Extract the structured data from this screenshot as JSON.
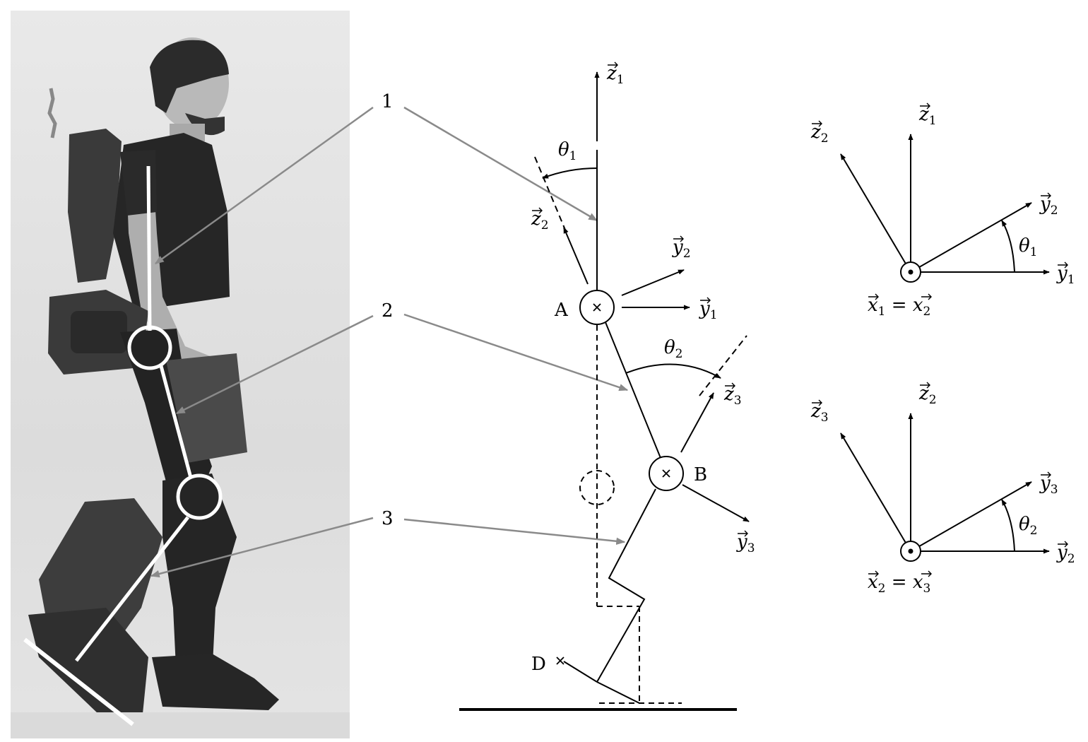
{
  "figure": {
    "part_labels": [
      "1",
      "2",
      "3"
    ],
    "points": {
      "A": "A",
      "B": "B",
      "D": "D"
    },
    "angles": {
      "theta1": {
        "base": "θ",
        "sub": "1"
      },
      "theta2": {
        "base": "θ",
        "sub": "2"
      }
    },
    "vectors": {
      "z1": {
        "base": "z",
        "sub": "1"
      },
      "z2": {
        "base": "z",
        "sub": "2"
      },
      "z3": {
        "base": "z",
        "sub": "3"
      },
      "y1": {
        "base": "y",
        "sub": "1"
      },
      "y2": {
        "base": "y",
        "sub": "2"
      },
      "y3": {
        "base": "y",
        "sub": "3"
      },
      "x1": {
        "base": "x",
        "sub": "1"
      },
      "x2": {
        "base": "x",
        "sub": "2"
      },
      "x3": {
        "base": "x",
        "sub": "3"
      }
    },
    "equalities": {
      "x1_x2": {
        "left_sub": "1",
        "eq": " = ",
        "right_sub": "2"
      },
      "x2_x3": {
        "left_sub": "2",
        "eq": " = ",
        "right_sub": "3"
      }
    }
  },
  "colors": {
    "photo_bg": "#e2e2e2",
    "figure": "#262626",
    "leader": "#8a8a8a",
    "ink": "#000000",
    "overlay": "#ffffff"
  }
}
